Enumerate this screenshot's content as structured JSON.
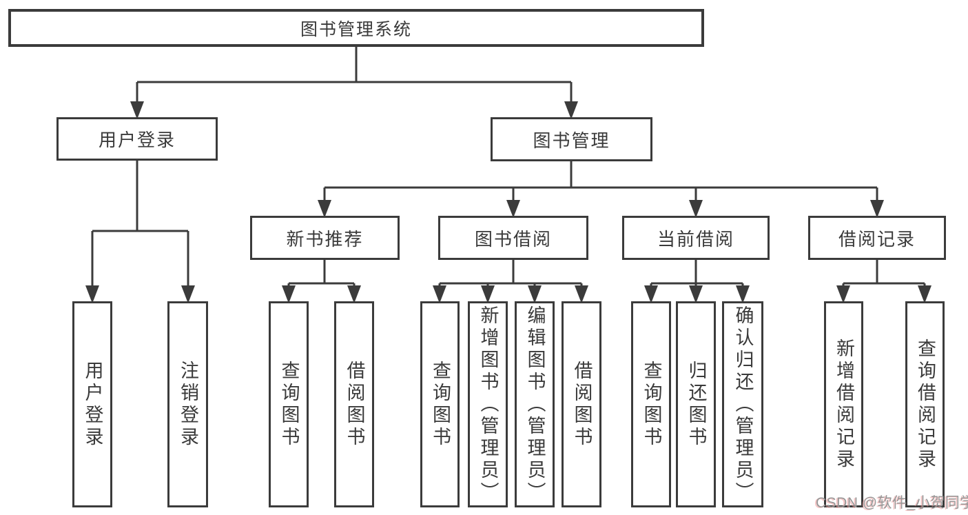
{
  "tree": {
    "root": {
      "label": "图书管理系统",
      "children": [
        {
          "label": "用户登录",
          "children": [
            {
              "label": "用户登录"
            },
            {
              "label": "注销登录"
            }
          ]
        },
        {
          "label": "图书管理",
          "children": [
            {
              "label": "新书推荐",
              "children": [
                {
                  "label": "查询图书"
                },
                {
                  "label": "借阅图书"
                }
              ]
            },
            {
              "label": "图书借阅",
              "children": [
                {
                  "label": "查询图书"
                },
                {
                  "label": "新增图书（管理员）"
                },
                {
                  "label": "编辑图书（管理员）"
                },
                {
                  "label": "借阅图书"
                }
              ]
            },
            {
              "label": "当前借阅",
              "children": [
                {
                  "label": "查询图书"
                },
                {
                  "label": "归还图书"
                },
                {
                  "label": "确认归还（管理员）"
                }
              ]
            },
            {
              "label": "借阅记录",
              "children": [
                {
                  "label": "新增借阅记录"
                },
                {
                  "label": "查询借阅记录"
                }
              ]
            }
          ]
        }
      ]
    }
  },
  "watermark": {
    "text": "CSDN @软件_小贺同学"
  },
  "colors": {
    "line": "#3b3b3b",
    "text": "#3a3a3a",
    "background": "#ffffff",
    "watermark": "#979797",
    "watermark_shadow": "#ee9696"
  }
}
